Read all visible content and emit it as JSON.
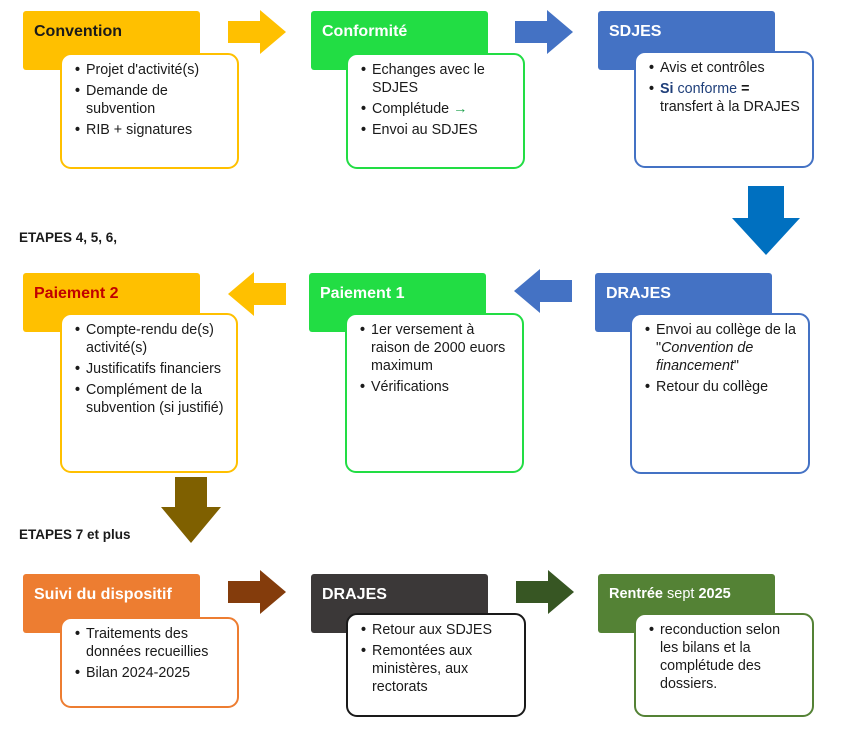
{
  "row1": {
    "convention": {
      "title": "Convention",
      "items": [
        "Projet d'activité(s)",
        "Demande de subvention",
        "RIB + signatures"
      ]
    },
    "conformite": {
      "title": "Conformité",
      "items": [
        "Echanges avec le SDJES",
        "Complétude",
        "Envoi au SDJES"
      ],
      "check_glyph": "→"
    },
    "sdjes": {
      "title": "SDJES",
      "item1": "Avis et contrôles",
      "item2_si": "Si",
      "item2_conforme": "conforme",
      "item2_eq": "=",
      "item2_rest": "transfert à la DRAJES"
    }
  },
  "etapes1": "ETAPES 4, 5, 6,",
  "row2": {
    "paiement2": {
      "title": "Paiement 2",
      "items": [
        "Compte-rendu de(s) activité(s)",
        "Justificatifs financiers",
        "Complément de la subvention (si justifié)"
      ]
    },
    "paiement1": {
      "title": "Paiement 1",
      "items": [
        "1er versement à raison de 2000 euors maximum",
        "Vérifications"
      ]
    },
    "drajes": {
      "title": "DRAJES",
      "item1_pre": "Envoi au collège de la \"",
      "item1_italic": "Convention de financement",
      "item1_post": "\"",
      "item2": "Retour du collège"
    }
  },
  "etapes2": "ETAPES 7 et plus",
  "row3": {
    "suivi": {
      "title": "Suivi du dispositif",
      "items": [
        "Traitements des données recueillies",
        "Bilan 2024-2025"
      ]
    },
    "drajes": {
      "title": "DRAJES",
      "items": [
        "Retour aux SDJES",
        "Remontées aux ministères, aux rectorats"
      ]
    },
    "rentree": {
      "title_bold1": "Rentrée",
      "title_normal": "sept",
      "title_bold2": "2025",
      "items": [
        "reconduction selon les bilans et la complétude des dossiers."
      ]
    }
  },
  "colors": {
    "yellow": "#FFC000",
    "green": "#22DD44",
    "blue": "#4472C4",
    "orange": "#ED7D31",
    "dark": "#3B3838",
    "olive": "#548235",
    "brown": "#843C0C",
    "gold_arrow": "#7F6000",
    "dark_green_arrow": "#375623",
    "red_text": "#C00000",
    "down_blue": "#0070C0"
  }
}
